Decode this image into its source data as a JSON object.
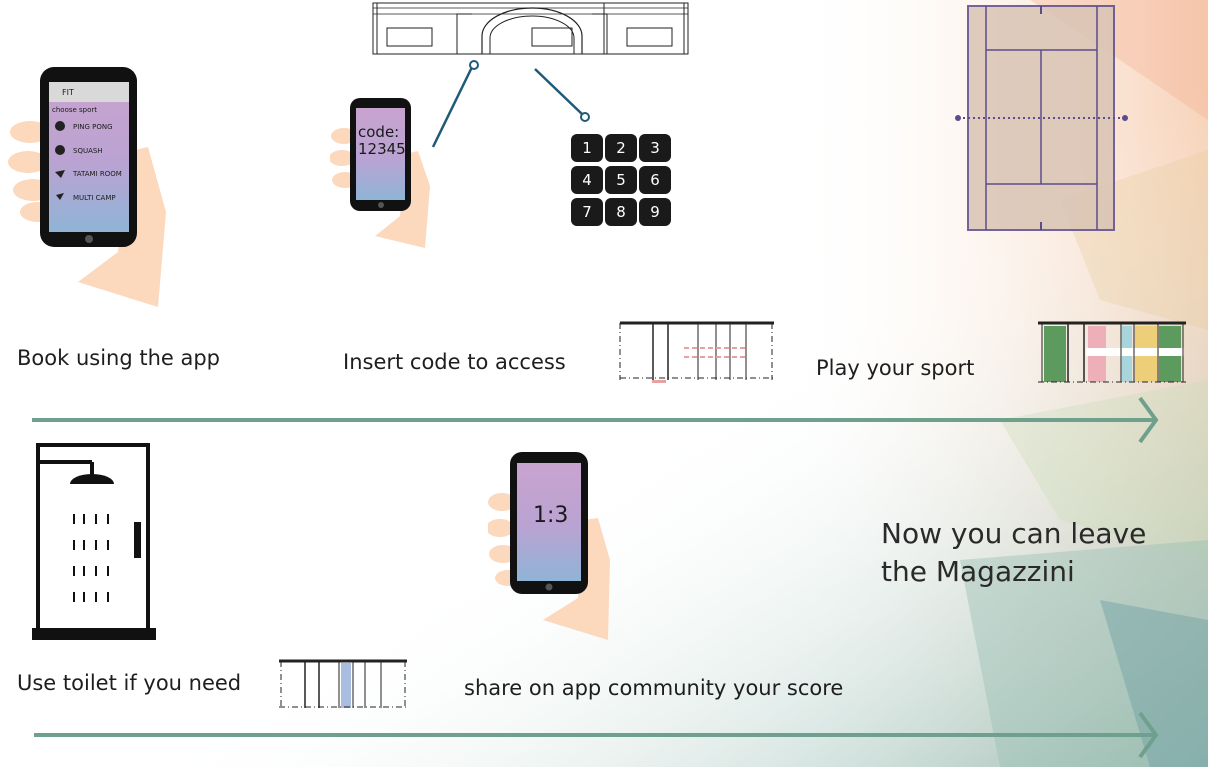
{
  "steps": {
    "book": "Book using the app",
    "code": "Insert code to access",
    "play": "Play your sport",
    "toilet": "Use toilet if you need",
    "share": "share on app community your score",
    "leave_line1": "Now you can leave",
    "leave_line2": "the Magazzini"
  },
  "app_screen": {
    "header": "FIT",
    "subheader": "choose sport",
    "items": [
      "PING PONG",
      "SQUASH",
      "TATAMI ROOM",
      "MULTI CAMP"
    ]
  },
  "code_screen": {
    "label": "code:",
    "value": "12345"
  },
  "keypad": [
    "1",
    "2",
    "3",
    "4",
    "5",
    "6",
    "7",
    "8",
    "9"
  ],
  "score_screen": "1:3",
  "colors": {
    "arrow": "#6fa08e",
    "court": "#d9c4b4",
    "court_lines": "#5b4c8e",
    "connector": "#1f5a78",
    "phone_gradient_top": "#c9a3cf",
    "phone_gradient_bottom": "#8fb4d6"
  }
}
